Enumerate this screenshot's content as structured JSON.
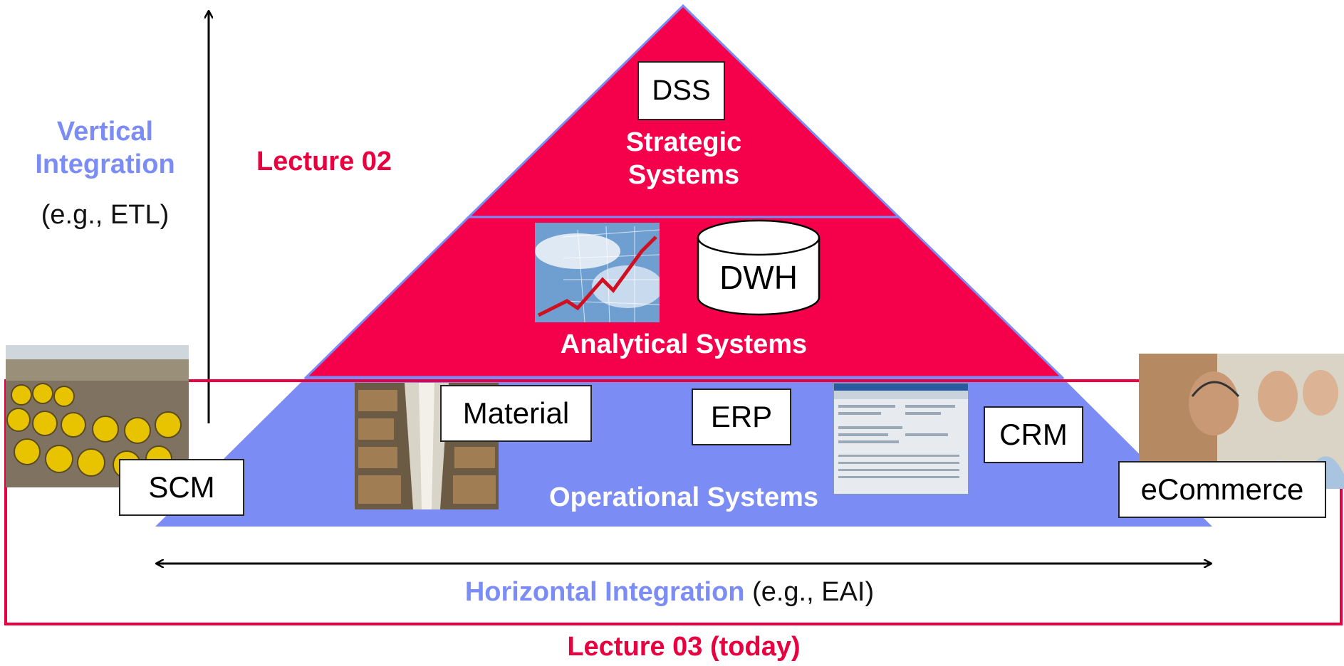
{
  "colors": {
    "pyramid_top": "#f5004a",
    "pyramid_base": "#7b8cf5",
    "accent_red": "#e8003f",
    "accent_blue": "#7b8cf5",
    "text_dark": "#111111"
  },
  "vertical": {
    "title_line1": "Vertical",
    "title_line2": "Integration",
    "subtitle": "(e.g., ETL)"
  },
  "lecture02": "Lecture 02",
  "pyramid": {
    "strategic": {
      "box": "DSS",
      "label_line1": "Strategic",
      "label_line2": "Systems"
    },
    "analytical": {
      "dwh": "DWH",
      "label": "Analytical Systems"
    },
    "operational": {
      "label": "Operational Systems",
      "boxes": {
        "material": "Material",
        "erp": "ERP",
        "crm": "CRM"
      }
    }
  },
  "side_boxes": {
    "scm": "SCM",
    "ecommerce": "eCommerce"
  },
  "horizontal": {
    "title": "Horizontal Integration",
    "subtitle": "(e.g., EAI)"
  },
  "lecture03": "Lecture 03 (today)",
  "icons": {
    "left_photo": "steel-pipes-photo",
    "warehouse": "warehouse-photo",
    "chart": "rising-chart-photo",
    "erp_screen": "erp-screenshot",
    "call_center": "call-center-photo",
    "database": "database-cylinder-icon"
  }
}
